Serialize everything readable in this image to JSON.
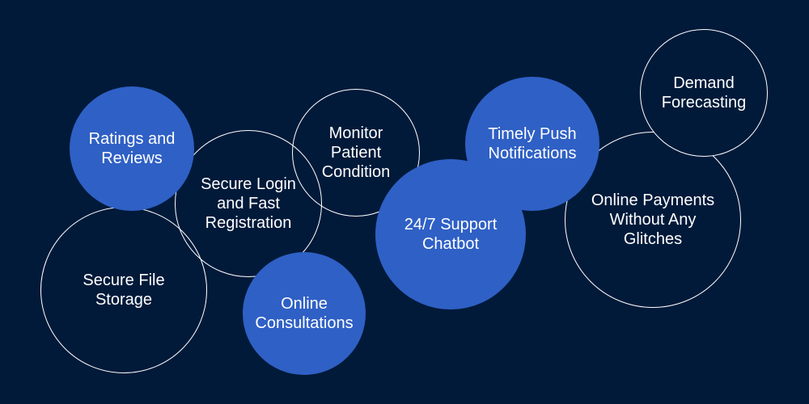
{
  "bubbles": [
    {
      "id": "secure-file-storage",
      "label": "Secure File\nStorage",
      "style": "outline"
    },
    {
      "id": "secure-login",
      "label": "Secure Login\nand Fast\nRegistration",
      "style": "outline"
    },
    {
      "id": "ratings-reviews",
      "label": "Ratings and\nReviews",
      "style": "filled"
    },
    {
      "id": "monitor-patient",
      "label": "Monitor\nPatient\nCondition",
      "style": "outline"
    },
    {
      "id": "online-consultations",
      "label": "Online\nConsultations",
      "style": "filled"
    },
    {
      "id": "support-chatbot",
      "label": "24/7 Support\nChatbot",
      "style": "filled"
    },
    {
      "id": "push-notifications",
      "label": "Timely Push\nNotifications",
      "style": "filled"
    },
    {
      "id": "online-payments",
      "label": "Online Payments\nWithout Any\nGlitches",
      "style": "outline"
    },
    {
      "id": "demand-forecasting",
      "label": "Demand\nForecasting",
      "style": "outline"
    }
  ],
  "colors": {
    "background": "#011a3a",
    "fill": "#2f60c5",
    "stroke": "#ffffff",
    "text": "#ffffff"
  }
}
